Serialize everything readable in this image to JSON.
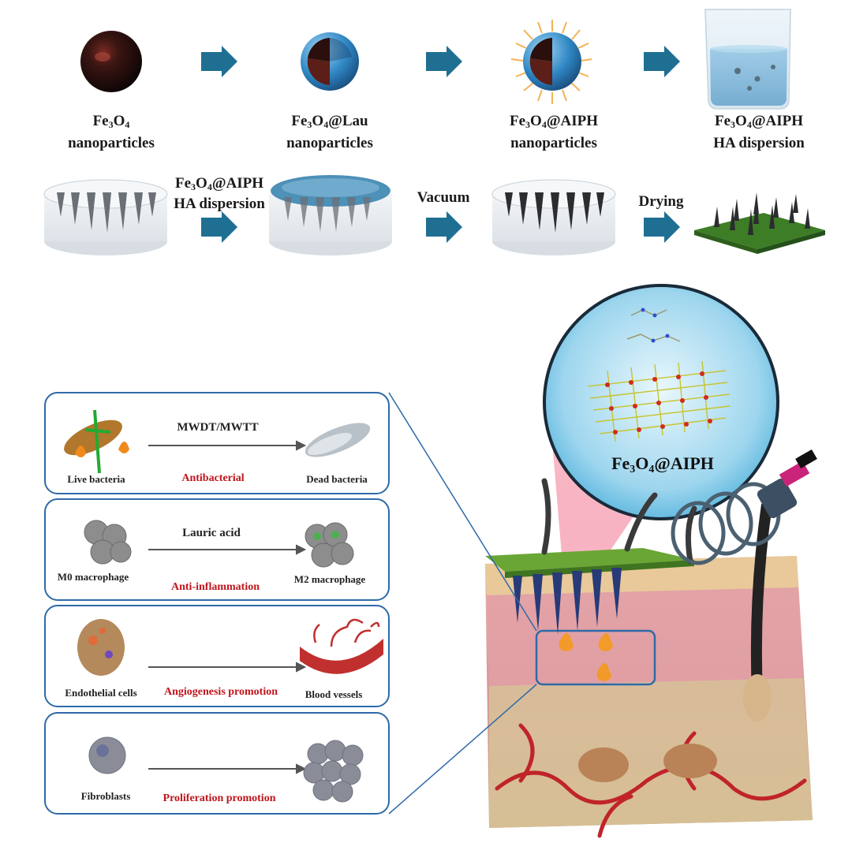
{
  "top_row": {
    "items": [
      {
        "name_parts": [
          "Fe",
          "3",
          "O",
          "4",
          ""
        ],
        "line2": "nanoparticles"
      },
      {
        "name_parts": [
          "Fe",
          "3",
          "O",
          "4",
          "@Lau"
        ],
        "line2": "nanoparticles"
      },
      {
        "name_parts": [
          "Fe",
          "3",
          "O",
          "4",
          "@AIPH"
        ],
        "line2": "nanoparticles"
      },
      {
        "name_parts": [
          "Fe",
          "3",
          "O",
          "4",
          "@AIPH"
        ],
        "line2": "HA dispersion"
      }
    ]
  },
  "second_row": {
    "step1_parts": [
      "Fe",
      "3",
      "O",
      "4",
      "@AIPH"
    ],
    "step1_line2": "HA dispersion",
    "step2": "Vacuum",
    "step3": "Drying"
  },
  "zoom": {
    "label_parts": [
      "Fe",
      "3",
      "O",
      "4",
      "@AIPH"
    ]
  },
  "panels": [
    {
      "left_label": "Live bacteria",
      "arrow_label": "MWDT/MWTT",
      "effect": "Antibacterial",
      "right_label": "Dead bacteria"
    },
    {
      "left_label": "M0 macrophage",
      "arrow_label": "Lauric acid",
      "effect": "Anti-inflammation",
      "right_label": "M2 macrophage"
    },
    {
      "left_label": "Endothelial cells",
      "arrow_label": "",
      "effect": "Angiogenesis promotion",
      "right_label": "Blood vessels"
    },
    {
      "left_label": "Fibroblasts",
      "arrow_label": "",
      "effect": "Proliferation promotion",
      "right_label": ""
    }
  ],
  "colors": {
    "arrow": "#1f6f93",
    "panel_border": "#2e6aa8",
    "effect_text": "#c0141b",
    "patch_green": "#5a9a2c"
  }
}
